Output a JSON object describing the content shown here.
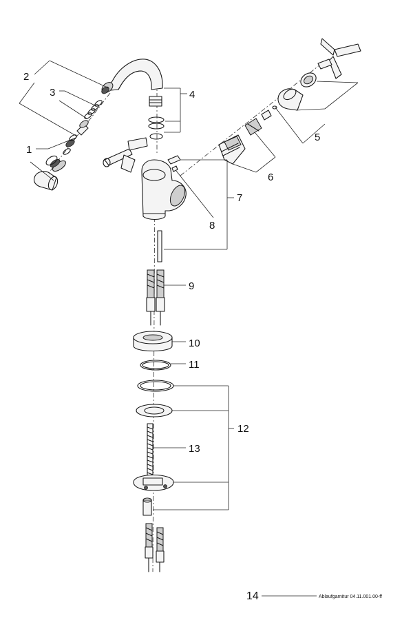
{
  "callouts": {
    "c1": "1",
    "c2": "2",
    "c3": "3",
    "c4": "4",
    "c5": "5",
    "c6": "6",
    "c7": "7",
    "c8": "8",
    "c9": "9",
    "c10": "10",
    "c11": "11",
    "c12": "12",
    "c13": "13"
  },
  "footer": {
    "page_number": "14",
    "caption": "Ablaufgarnitur 04.11.001.00-ff"
  }
}
